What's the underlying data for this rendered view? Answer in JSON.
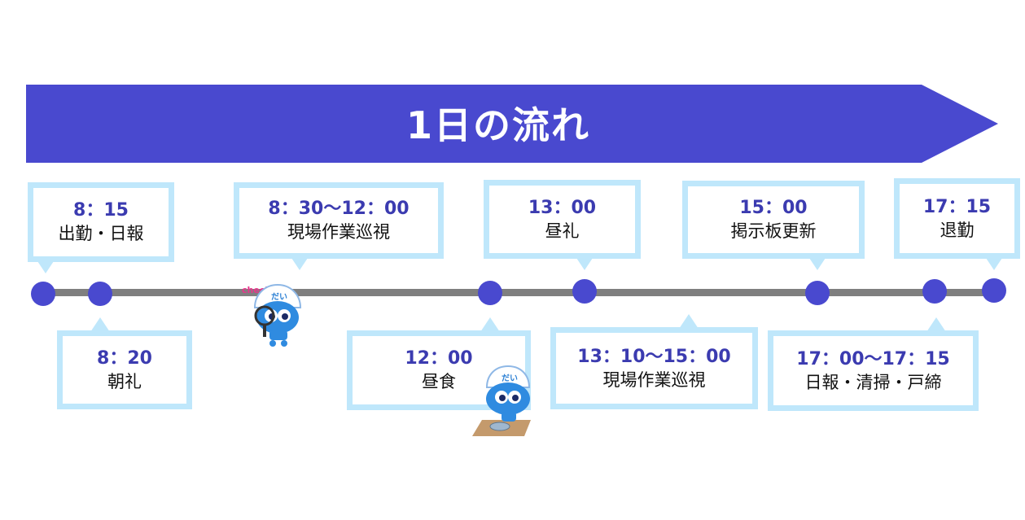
{
  "title": "1日の流れ",
  "colors": {
    "accent": "#4949cf",
    "box_border": "#bfe7fb",
    "line": "#7f7f7f",
    "time_text": "#3b3bb0"
  },
  "schedule": [
    {
      "time": "8：15",
      "task": "出勤・日報"
    },
    {
      "time": "8：20",
      "task": "朝礼"
    },
    {
      "time": "8：30〜12：00",
      "task": "現場作業巡視"
    },
    {
      "time": "12：00",
      "task": "昼食"
    },
    {
      "time": "13：00",
      "task": "昼礼"
    },
    {
      "time": "13：10〜15：00",
      "task": "現場作業巡視"
    },
    {
      "time": "15：00",
      "task": "掲示板更新"
    },
    {
      "time": "17：00〜17：15",
      "task": "日報・清掃・戸締"
    },
    {
      "time": "17：15",
      "task": "退勤"
    }
  ],
  "mascot": {
    "check_label": "check！",
    "cap_label": "だい"
  }
}
